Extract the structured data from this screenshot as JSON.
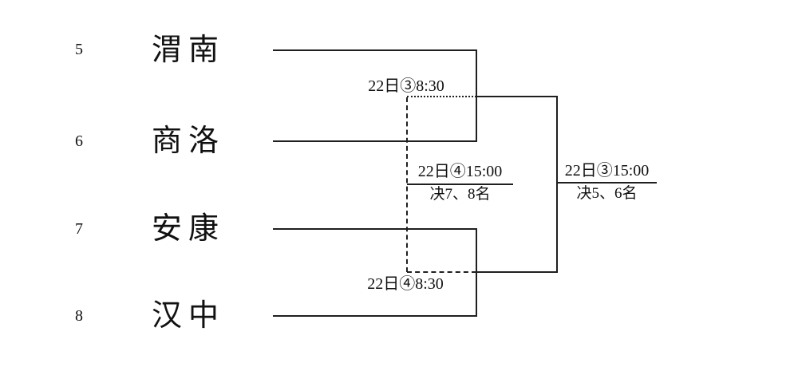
{
  "bracket": {
    "title_semantic": "places 5-8 classification bracket",
    "teams": [
      {
        "seed": "5",
        "name": "渭南"
      },
      {
        "seed": "6",
        "name": "商洛"
      },
      {
        "seed": "7",
        "name": "安康"
      },
      {
        "seed": "8",
        "name": "汉中"
      }
    ],
    "matches": {
      "semifinal_upper": {
        "label": "22日③8:30",
        "teams": [
          "渭南",
          "商洛"
        ]
      },
      "semifinal_lower": {
        "label": "22日④8:30",
        "teams": [
          "安康",
          "汉中"
        ]
      },
      "final_7_8": {
        "schedule": "22日④15:00",
        "title": "决7、8名"
      },
      "final_5_6": {
        "schedule": "22日③15:00",
        "title": "决5、6名"
      }
    },
    "colors": {
      "line": "#1f1f1f",
      "text": "#111111",
      "background": "#ffffff"
    }
  }
}
